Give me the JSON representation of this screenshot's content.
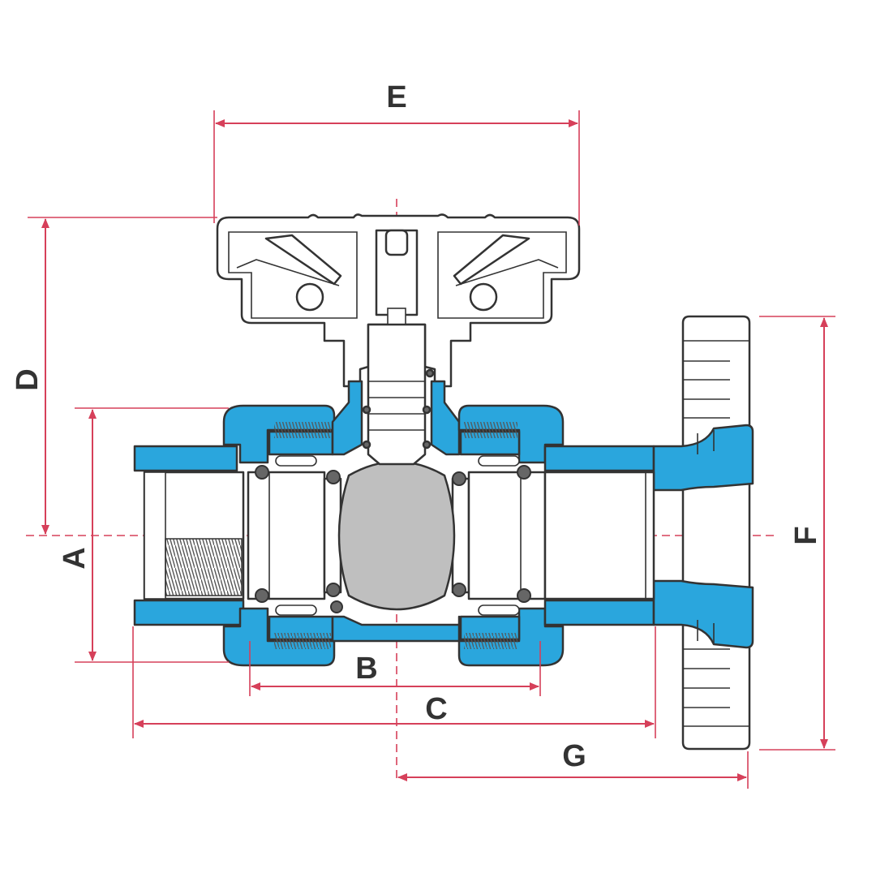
{
  "colors": {
    "body_blue": "#2aa6dd",
    "dimension_red": "#d6405a",
    "ball_gray": "#bfbfbf",
    "outline": "#333333"
  },
  "dimensions": {
    "A": "A",
    "B": "B",
    "C": "C",
    "D": "D",
    "E": "E",
    "F": "F",
    "G": "G"
  }
}
